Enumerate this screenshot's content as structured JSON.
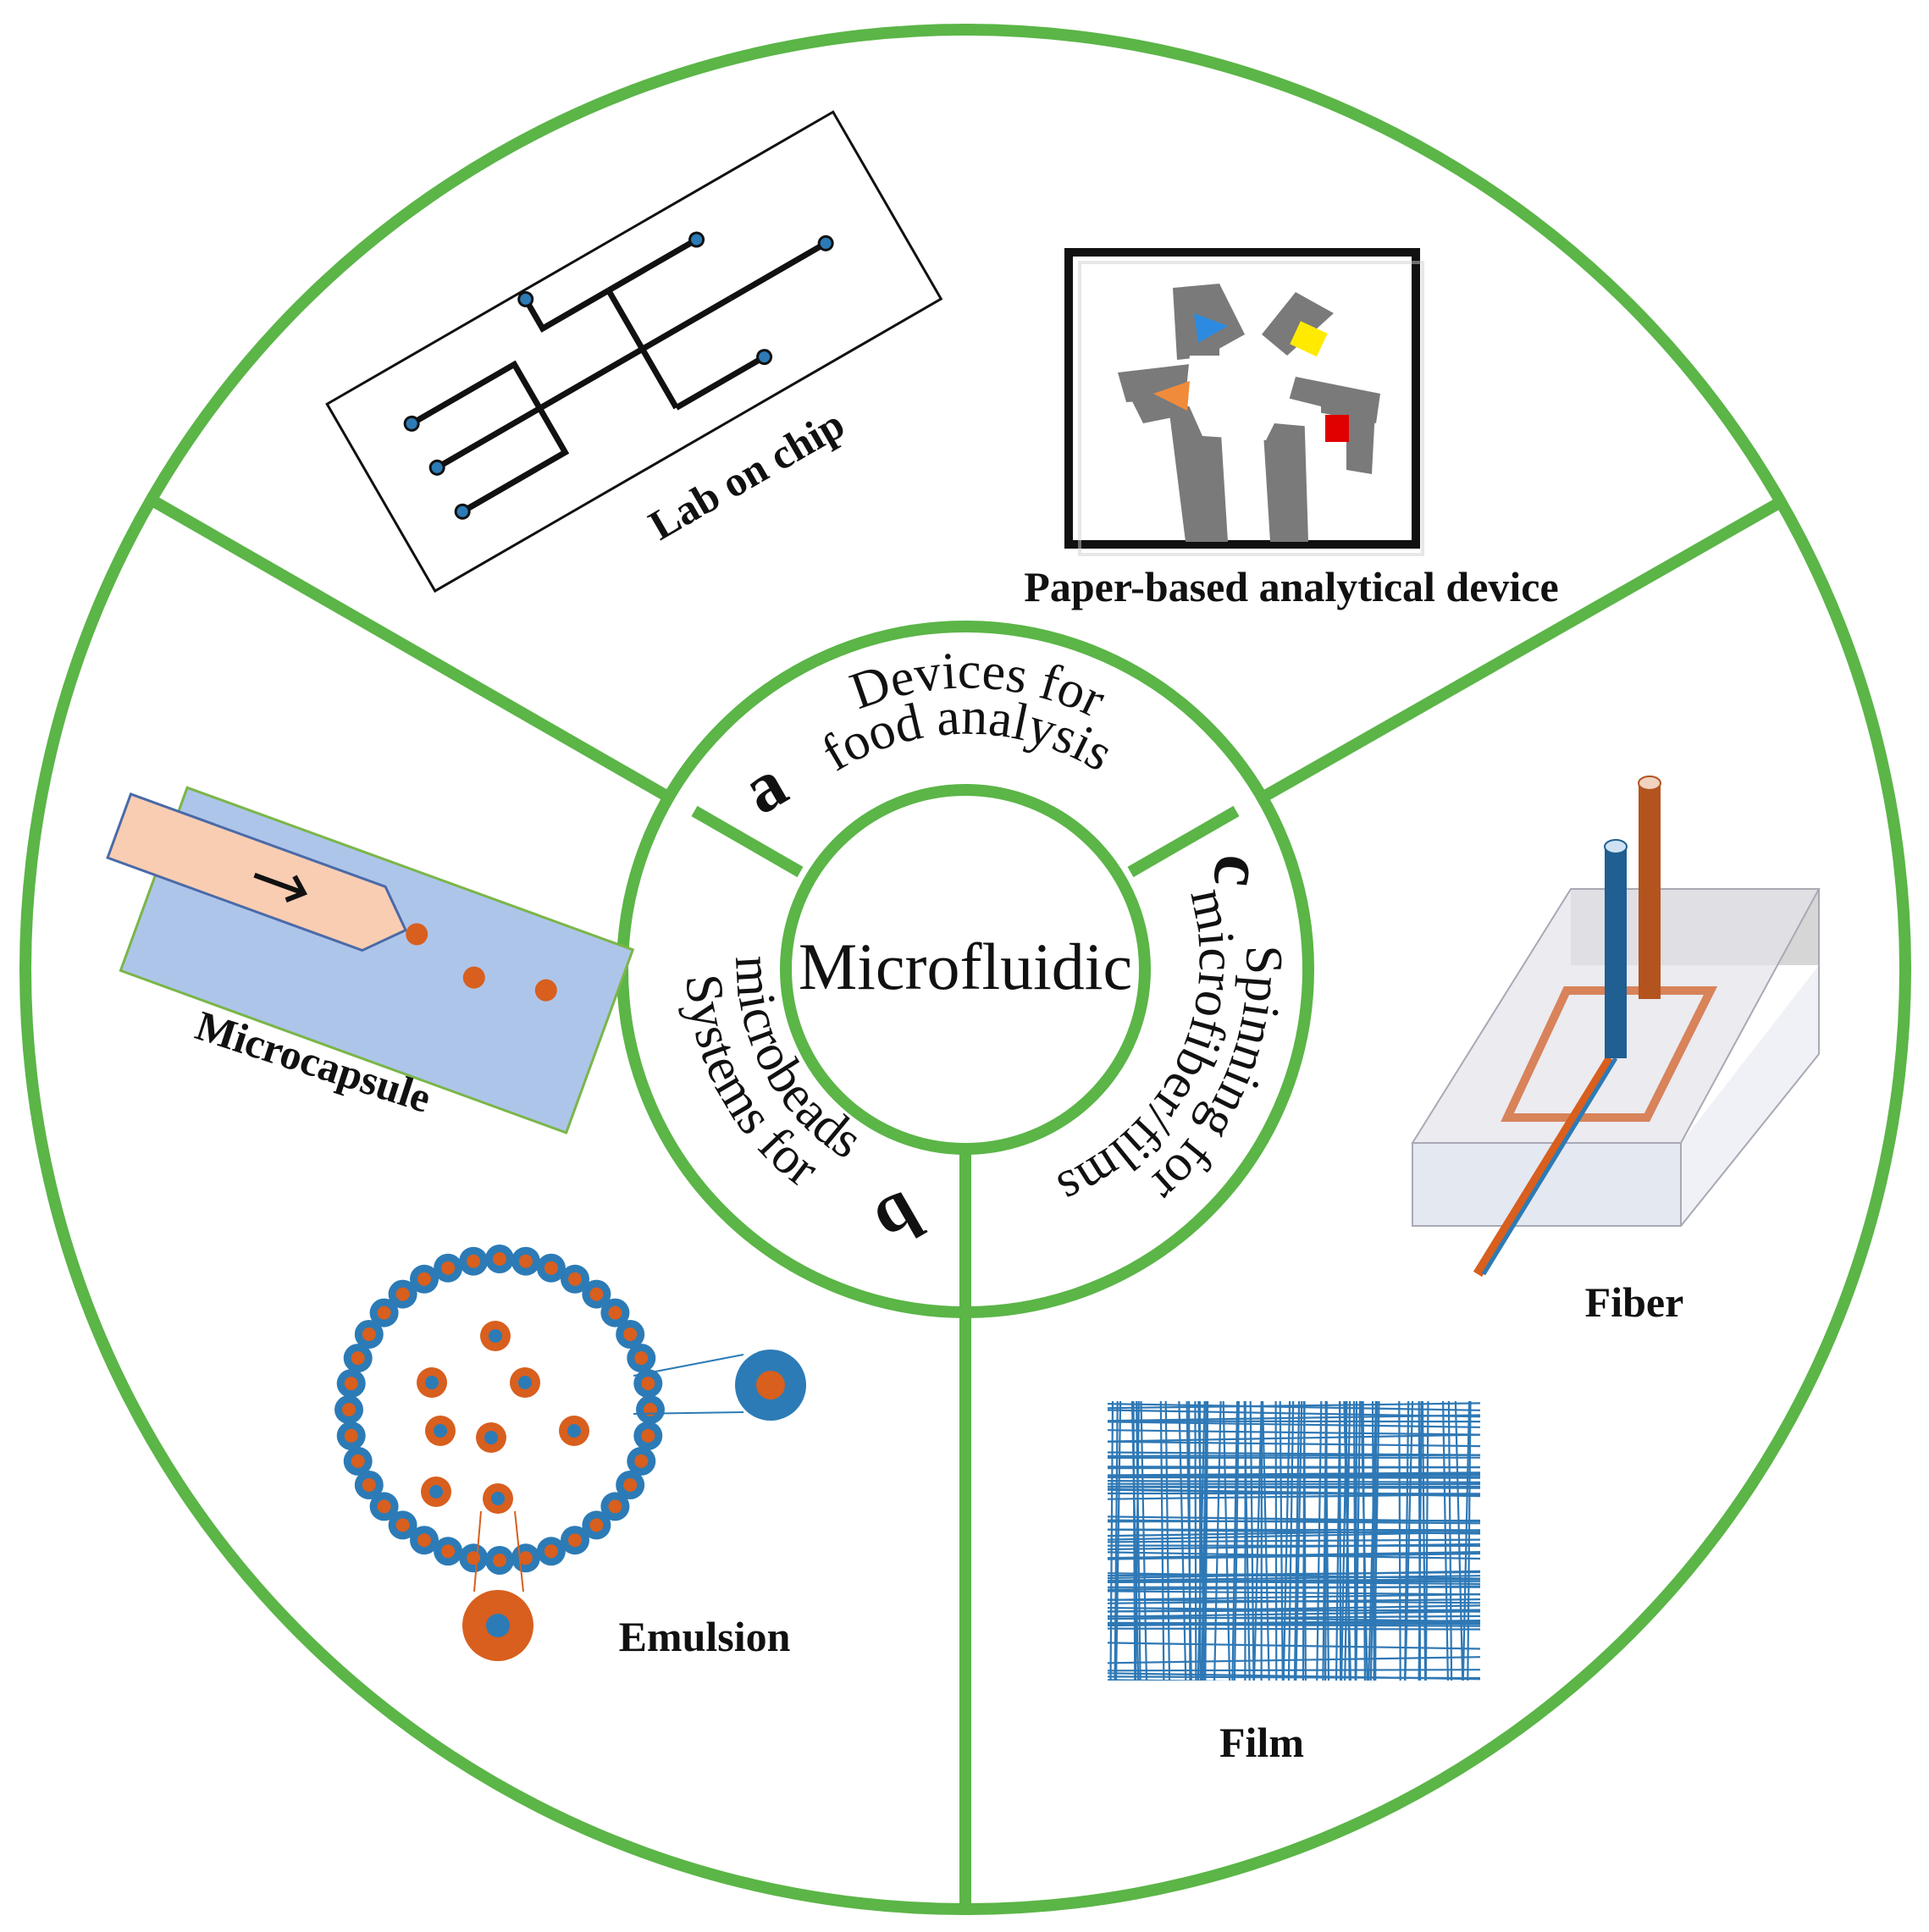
{
  "center": {
    "label": "Microfluidic"
  },
  "sections": [
    {
      "letter": "a",
      "title_line1": "Devices for",
      "title_line2": "food analysis",
      "items": [
        {
          "label": "Lab on chip"
        },
        {
          "label": "Paper-based analytical device"
        }
      ]
    },
    {
      "letter": "b",
      "title_line1": "Systems for",
      "title_line2": "microbeads",
      "items": [
        {
          "label": "Microcapsule"
        },
        {
          "label": "Emulsion"
        }
      ]
    },
    {
      "letter": "c",
      "title_line1": "Spinning for",
      "title_line2": "microfiber/films",
      "items": [
        {
          "label": "Fiber"
        },
        {
          "label": "Film"
        }
      ]
    }
  ],
  "colors": {
    "ring_green": "#5bb547",
    "accent_blue": "#2c7bb6",
    "accent_orange": "#d85f1e",
    "capsule_blue": "#aec5ea",
    "capsule_peach": "#f9cdb2"
  }
}
